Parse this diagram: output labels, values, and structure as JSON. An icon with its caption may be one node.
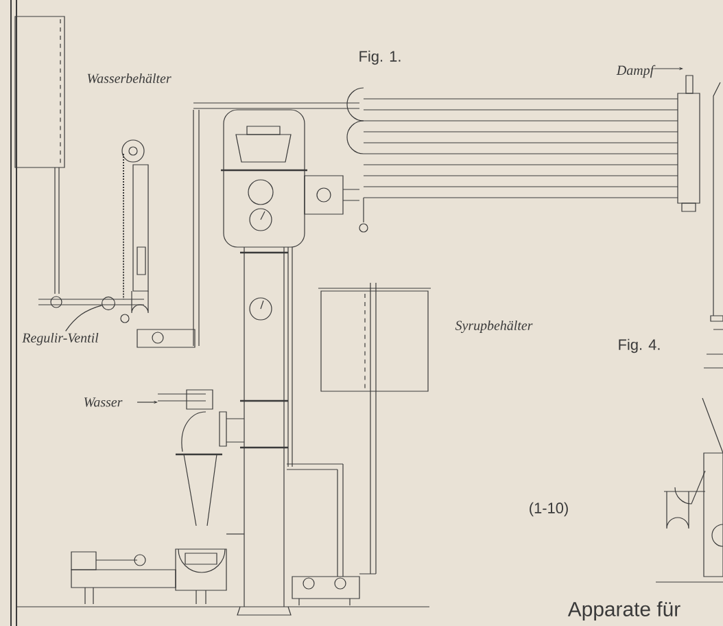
{
  "diagram": {
    "nodes": [
      {
        "text": [
          "Regulir-Ventil"
        ]
      },
      {
        "text": [],
        "shape": "circle"
      }
    ],
    "edges": [
      {
        "from": 0,
        "to": 1,
        "arrow": "none"
      }
    ],
    "labels": [
      "Fig. 1.",
      "Dampf",
      "Wasserbehälter",
      "Fig. 4.",
      "Syrupbehälter",
      "Wasser",
      "(1-10)",
      "Apparate für"
    ]
  }
}
